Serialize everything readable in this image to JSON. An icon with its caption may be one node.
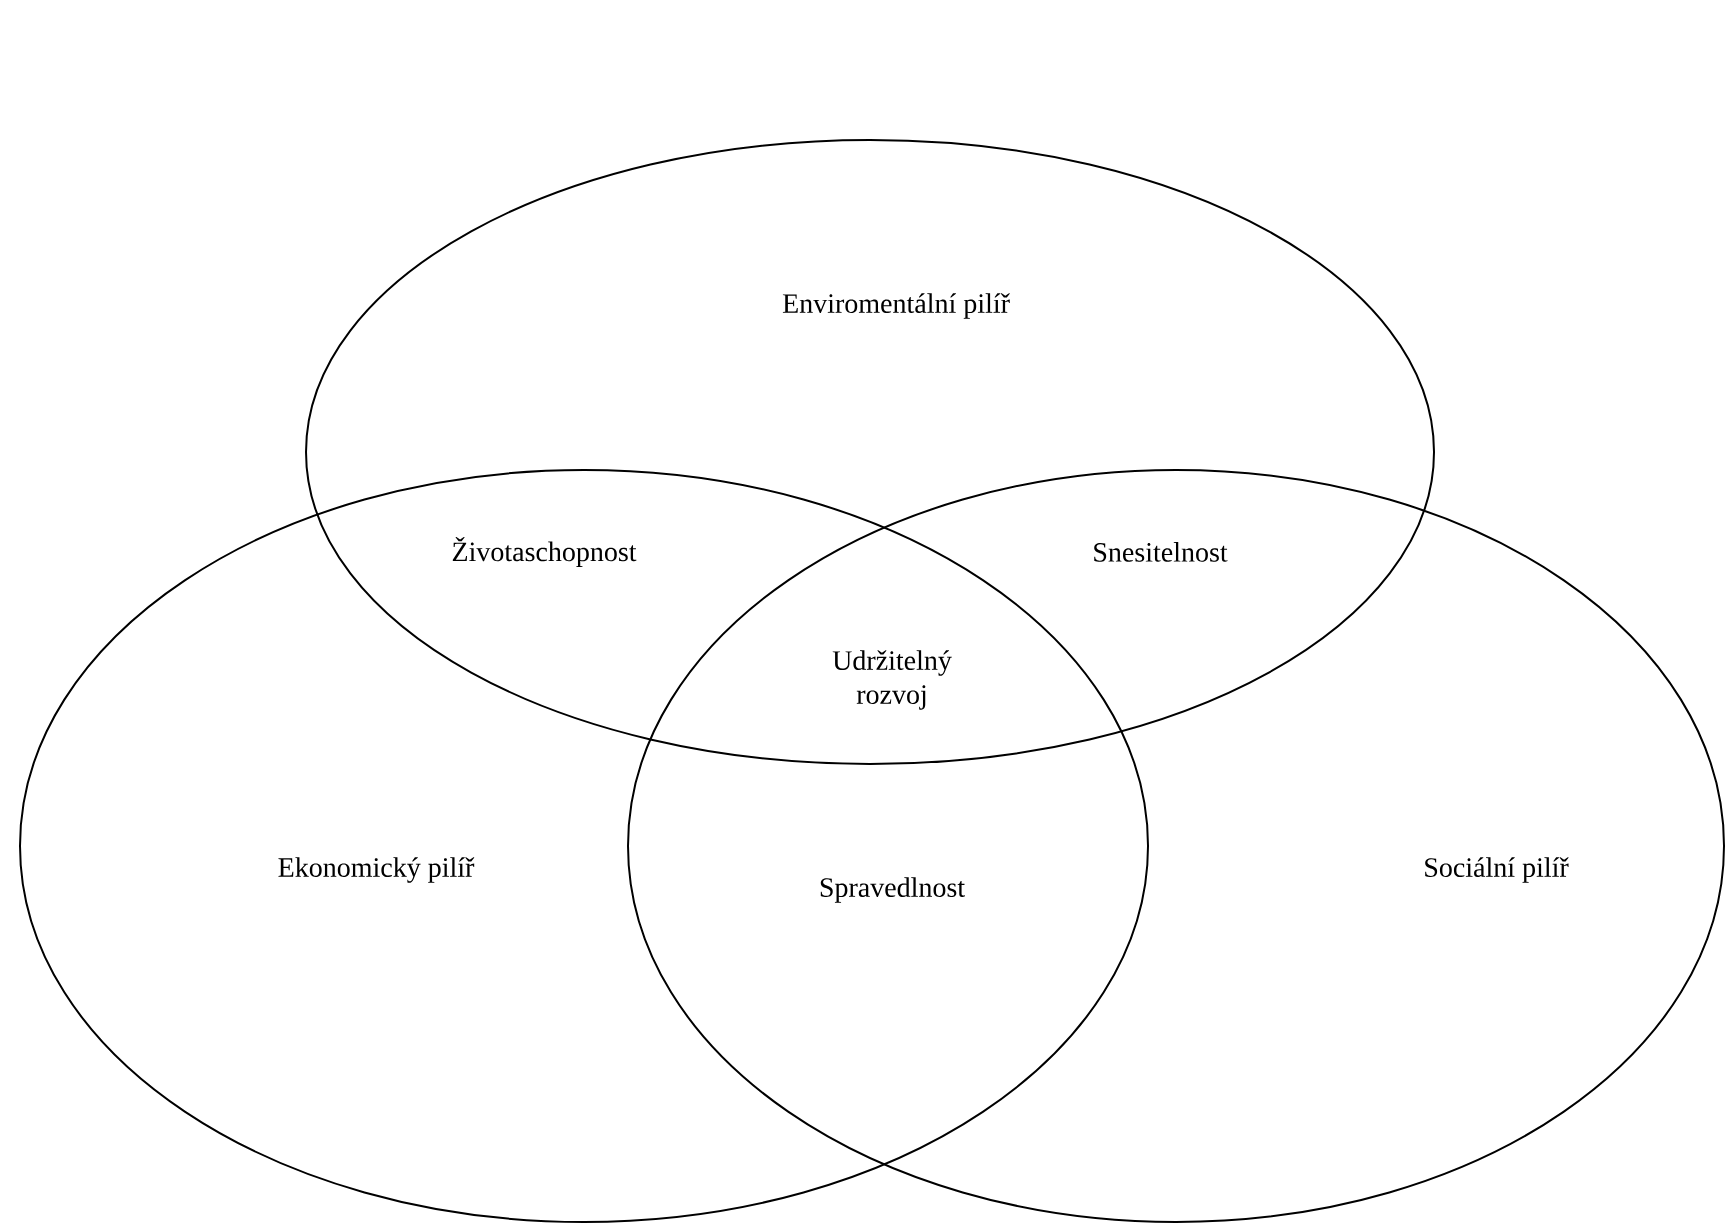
{
  "diagram": {
    "nodes": [
      {
        "text": [
          "Enviromentální pilíř"
        ]
      },
      {
        "text": [
          "Ekonomický pilíř"
        ]
      },
      {
        "text": [
          "Sociální pilíř"
        ]
      }
    ],
    "edges": [],
    "labels": [
      "Životaschopnost",
      "Snesitelnost",
      "Udržitelný rozvoj",
      "Spravedlnost"
    ]
  }
}
